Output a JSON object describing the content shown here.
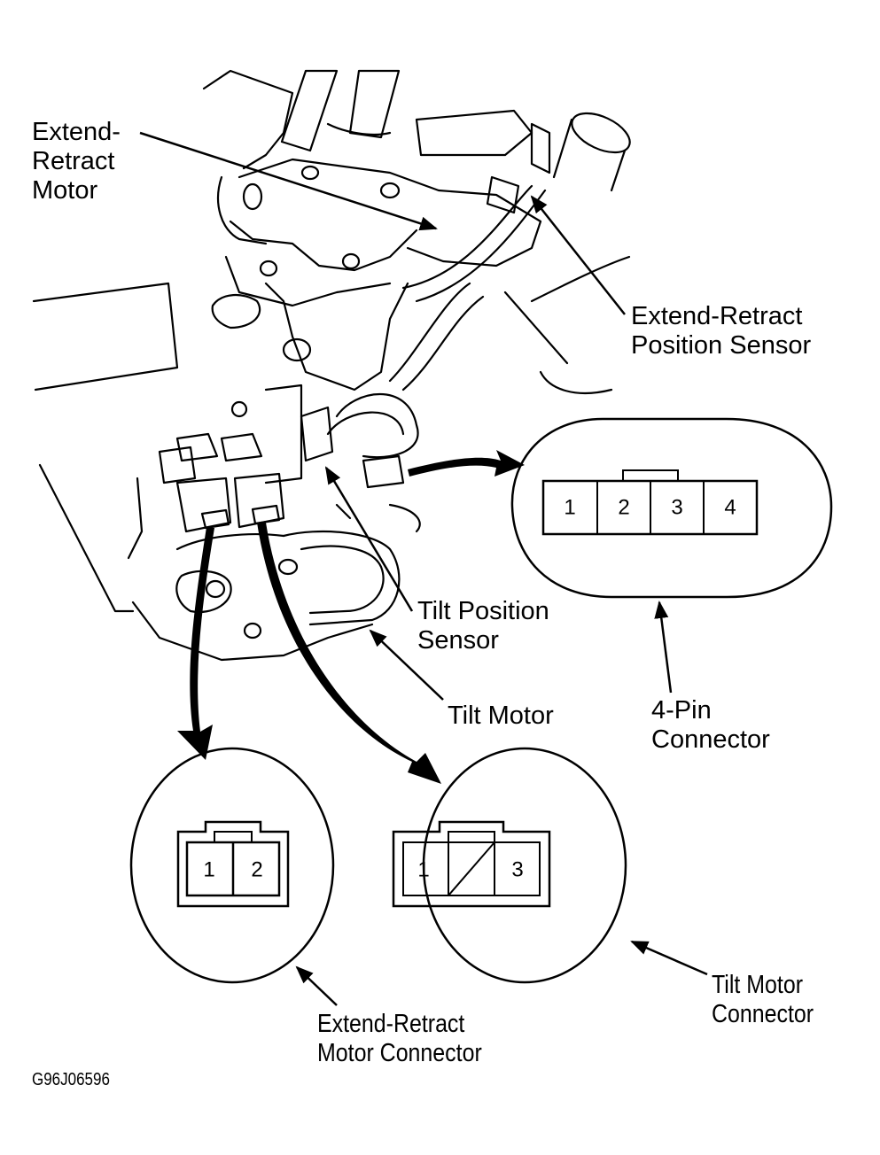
{
  "figure_id": "G96J06596",
  "labels": {
    "extend_retract_motor": "Extend-\nRetract\nMotor",
    "extend_retract_position_sensor": "Extend-Retract\nPosition Sensor",
    "tilt_position_sensor": "Tilt Position\nSensor",
    "tilt_motor": "Tilt Motor",
    "four_pin_connector": "4-Pin\nConnector",
    "extend_retract_motor_connector": "Extend-Retract\nMotor Connector",
    "tilt_motor_connector": "Tilt Motor\nConnector"
  },
  "connectors": {
    "four_pin": {
      "pins": [
        "1",
        "2",
        "3",
        "4"
      ]
    },
    "extend_retract_motor": {
      "pins": [
        "1",
        "2"
      ]
    },
    "tilt_motor": {
      "pins": [
        "1",
        "",
        "3"
      ],
      "blank_pin_index": 1
    }
  }
}
